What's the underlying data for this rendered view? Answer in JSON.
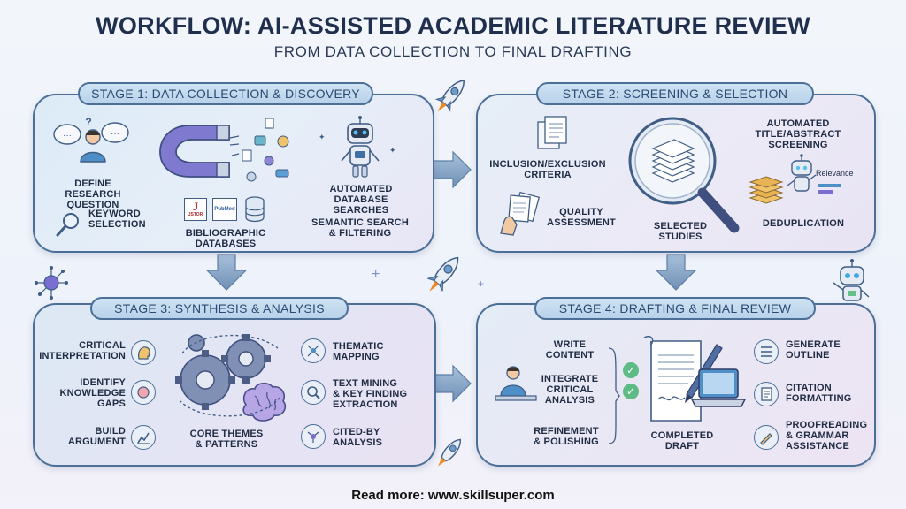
{
  "header": {
    "title": "WORKFLOW: AI-ASSISTED ACADEMIC LITERATURE REVIEW",
    "subtitle": "FROM DATA COLLECTION TO FINAL DRAFTING"
  },
  "stage1": {
    "title": "STAGE 1: DATA COLLECTION & DISCOVERY",
    "define": "DEFINE\nRESEARCH\nQUESTION",
    "keyword": "KEYWORD\nSELECTION",
    "databases": "BIBLIOGRAPHIC\nDATABASES",
    "jstor": "JSTOR",
    "pubmed": "PubMed",
    "automated": "AUTOMATED\nDATABASE\nSEARCHES",
    "semantic": "SEMANTIC SEARCH\n& FILTERING"
  },
  "stage2": {
    "title": "STAGE 2: SCREENING & SELECTION",
    "inclusion": "INCLUSION/EXCLUSION\nCRITERIA",
    "quality": "QUALITY\nASSESSMENT",
    "selected": "SELECTED\nSTUDIES",
    "screening": "AUTOMATED\nTITLE/ABSTRACT\nSCREENING",
    "relevance": "Relevance",
    "dedup": "DEDUPLICATION"
  },
  "stage3": {
    "title": "STAGE 3: SYNTHESIS & ANALYSIS",
    "critical": "CRITICAL\nINTERPRETATION",
    "gaps": "IDENTIFY\nKNOWLEDGE\nGAPS",
    "argument": "BUILD\nARGUMENT",
    "core": "CORE THEMES\n& PATTERNS",
    "thematic": "THEMATIC\nMAPPING",
    "textmining": "TEXT MINING\n& KEY FINDING\nEXTRACTION",
    "citedby": "CITED-BY\nANALYSIS"
  },
  "stage4": {
    "title": "STAGE 4: DRAFTING & FINAL REVIEW",
    "write": "WRITE\nCONTENT",
    "integrate": "INTEGRATE\nCRITICAL\nANALYSIS",
    "refine": "REFINEMENT\n& POLISHING",
    "completed": "COMPLETED\nDRAFT",
    "outline": "GENERATE\nOUTLINE",
    "citation": "CITATION\nFORMATTING",
    "proofreading": "PROOFREADING\n& GRAMMAR\nASSISTANCE"
  },
  "footer": "Read more: www.skillsuper.com",
  "colors": {
    "panel_border": "#4b6f97",
    "pill_fill": "#c6dcef",
    "title_text": "#1f2f4d",
    "arrow": "#6f8fb5",
    "rocket_flame": "#f08a24"
  },
  "icons": [
    "thought-bubble-icon",
    "person-icon",
    "magnifier-icon",
    "magnet-icon",
    "database-icon",
    "robot-icon",
    "rocket-icon",
    "documents-icon",
    "magnifying-glass-icon",
    "paper-stack-icon",
    "brain-icon",
    "gears-icon",
    "network-icon",
    "chart-icon",
    "pen-icon",
    "laptop-icon",
    "checklist-icon",
    "checkmark-icon"
  ]
}
